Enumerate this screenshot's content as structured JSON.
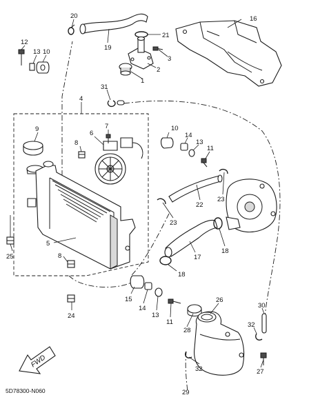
{
  "callouts": {
    "c1": "1",
    "c2": "2",
    "c3": "3",
    "c4": "4",
    "c5": "5",
    "c6": "6",
    "c7": "7",
    "c8a": "8",
    "c8b": "8",
    "c9": "9",
    "c10a": "10",
    "c10b": "10",
    "c11a": "11",
    "c11b": "11",
    "c12": "12",
    "c13a": "13",
    "c13b": "13",
    "c14a": "14",
    "c14b": "14",
    "c15": "15",
    "c16": "16",
    "c17": "17",
    "c18a": "18",
    "c18b": "18",
    "c19": "19",
    "c20": "20",
    "c21": "21",
    "c22": "22",
    "c23a": "23",
    "c23b": "23",
    "c24": "24",
    "c25": "25",
    "c26": "26",
    "c27": "27",
    "c28": "28",
    "c29": "29",
    "c30": "30",
    "c31": "31",
    "c32a": "32",
    "c32b": "32"
  },
  "fwd_label": "FWD",
  "diagram_code": "5D78300-N060"
}
